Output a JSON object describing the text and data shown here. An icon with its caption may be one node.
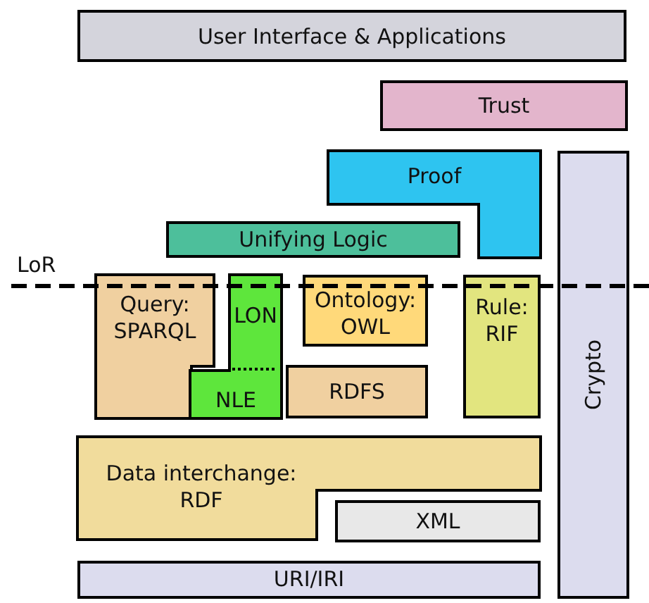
{
  "diagram": {
    "nodes": [
      {
        "text": [
          "User Interface & Applications"
        ]
      },
      {
        "text": [
          "Trust"
        ]
      },
      {
        "text": [
          "Proof"
        ]
      },
      {
        "text": [
          "Unifying Logic"
        ]
      },
      {
        "text": [
          "Crypto"
        ]
      },
      {
        "text": [
          "Query: SPARQL"
        ]
      },
      {
        "text": [
          "LON",
          "NLE"
        ]
      },
      {
        "text": [
          "Ontology: OWL"
        ]
      },
      {
        "text": [
          "RDFS"
        ]
      },
      {
        "text": [
          "Rule: RIF"
        ]
      },
      {
        "text": [
          "Data interchange: RDF"
        ]
      },
      {
        "text": [
          "XML"
        ]
      },
      {
        "text": [
          "URI/IRI"
        ]
      }
    ],
    "labels": [
      "LoR"
    ]
  }
}
